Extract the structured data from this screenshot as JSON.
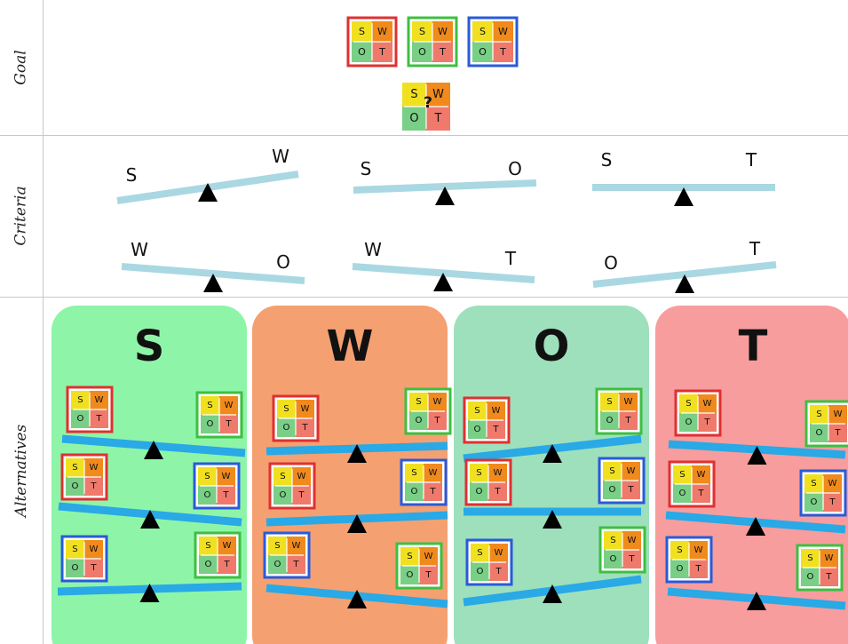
{
  "rows": {
    "goal": "Goal",
    "criteria": "Criteria",
    "alternatives": "Alternatives"
  },
  "swot": {
    "s": "S",
    "w": "W",
    "o": "O",
    "t": "T",
    "unknown": "?"
  },
  "columns": [
    {
      "letter": "S",
      "color": "#8ef5a8"
    },
    {
      "letter": "W",
      "color": "#f5a070"
    },
    {
      "letter": "O",
      "color": "#9ee0bc"
    },
    {
      "letter": "T",
      "color": "#f79d9d"
    }
  ],
  "colors": {
    "quad_s": "#f0e020",
    "quad_w": "#f08a1c",
    "quad_o": "#79cf86",
    "quad_t": "#ef7a6c",
    "frame_red": "#e03030",
    "frame_green": "#3cc040",
    "frame_blue": "#2a5ad8",
    "beam_criteria": "#a9d8e2",
    "beam_alt": "#29a9e6"
  },
  "criteria_pairs": [
    {
      "left": "S",
      "right": "W"
    },
    {
      "left": "S",
      "right": "O"
    },
    {
      "left": "S",
      "right": "T"
    },
    {
      "left": "W",
      "right": "O"
    },
    {
      "left": "W",
      "right": "T"
    },
    {
      "left": "O",
      "right": "T"
    }
  ]
}
